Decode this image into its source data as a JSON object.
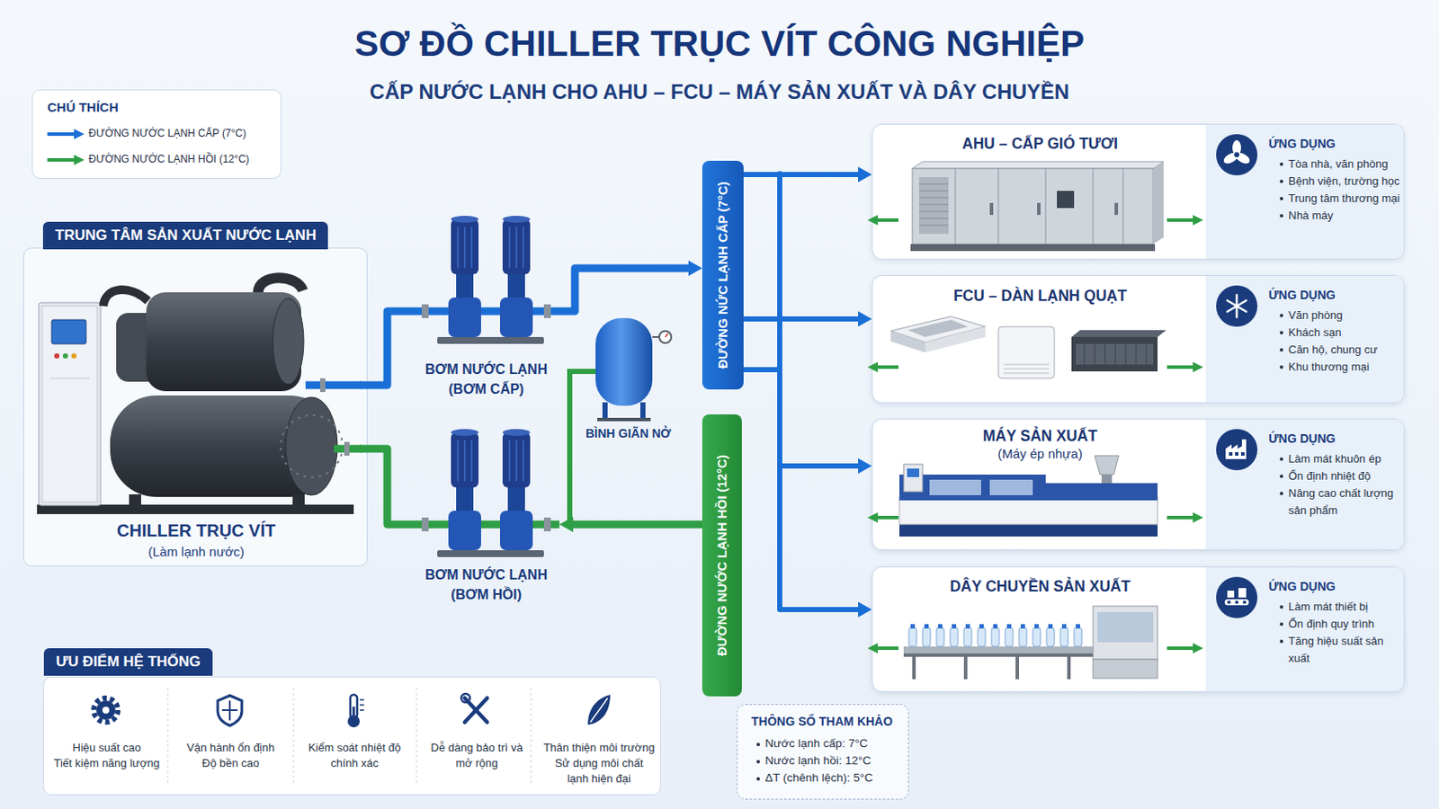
{
  "diagram": {
    "title": "SƠ ĐỒ CHILLER TRỤC VÍT CÔNG NGHIỆP",
    "nodes": [
      {
        "text": [
          "TRUNG TÂM SẢN XUẤT NƯỚC LẠNH"
        ]
      },
      {
        "text": [
          "CHILLER TRỤC VÍT",
          "(Làm lạnh nước)"
        ],
        "in": 0
      },
      {
        "text": [
          "BƠM NƯỚC LẠNH",
          "(BƠM CẤP)"
        ]
      },
      {
        "text": [
          "BƠM NƯỚC LẠNH",
          "(BƠM HỒI)"
        ]
      },
      {
        "text": [
          "BÌNH GIÃN NỞ"
        ]
      },
      {
        "text": [
          "ĐƯỜNG NỨC LẠNH CẤP (7°C)"
        ]
      },
      {
        "text": [
          "ĐƯỜNG NƯỚC LẠNH HỒI (12°C)"
        ]
      },
      {
        "text": [
          "AHU – CẤP GIÓ TƯƠI"
        ]
      },
      {
        "text": [
          "ỨNG DỤNG",
          "Tòa nhà, văn phòng",
          "Bệnh viện, trường học",
          "Trung tâm thương mại",
          "Nhà máy"
        ],
        "in": 7
      },
      {
        "text": [
          "FCU – DÀN LẠNH QUẠT"
        ]
      },
      {
        "text": [
          "ỨNG DỤNG",
          "Văn phòng",
          "Khách sạn",
          "Căn hộ, chung cư",
          "Khu thương mại"
        ],
        "in": 9
      },
      {
        "text": [
          "MÁY SẢN XUẤT",
          "(Máy ép nhựa)"
        ]
      },
      {
        "text": [
          "ỨNG DỤNG",
          "Làm mát khuôn ép",
          "Ổn định nhiệt độ",
          "Nâng cao chất lượng sản phẩm"
        ],
        "in": 11
      },
      {
        "text": [
          "DÂY CHUYỀN SẢN XUẤT"
        ]
      },
      {
        "text": [
          "ỨNG DỤNG",
          "Làm mát thiết bị",
          "Ổn định quy trình",
          "Tăng hiệu suất sản xuất"
        ],
        "in": 13
      },
      {
        "text": [
          "ƯU ĐIỂM HỆ THỐNG",
          "Hiệu suất cao",
          "Tiết kiệm năng lượng",
          "Vận hành ổn định",
          "Độ bền cao",
          "Kiểm soát nhiệt độ chính xác",
          "Dễ dàng bảo trì và mở rộng",
          "Thân thiện môi trường",
          "Sử dụng môi chất lạnh hiện đại"
        ]
      },
      {
        "text": [
          "THÔNG SỐ THAM KHẢO",
          "Nước lạnh cấp: 7°C",
          "Nước lạnh hồi: 12°C",
          "ΔT (chênh lệch): 5°C"
        ]
      }
    ],
    "edges": [
      {
        "from": 1,
        "to": 2,
        "arrow": "none"
      },
      {
        "from": 2,
        "to": 5,
        "arrow": "to"
      },
      {
        "from": 5,
        "to": 7,
        "arrow": "to"
      },
      {
        "from": 5,
        "to": 9,
        "arrow": "to"
      },
      {
        "from": 5,
        "to": 11,
        "arrow": "to"
      },
      {
        "from": 5,
        "to": 13,
        "arrow": "to"
      },
      {
        "from": 6,
        "to": 3,
        "arrow": "to"
      },
      {
        "from": 3,
        "to": 1,
        "arrow": "none"
      }
    ],
    "labels": [
      "CẤP NƯỚC LẠNH CHO AHU – FCU – MÁY SẢN XUẤT VÀ DÂY CHUYỀN",
      "CHÚ THÍCH"
    ],
    "legend": [
      {
        "text": "ĐƯỜNG NƯỚC LẠNH CẤP (7°C)"
      },
      {
        "text": "ĐƯỜNG NƯỚC LẠNH HỒI (12°C)"
      }
    ]
  }
}
